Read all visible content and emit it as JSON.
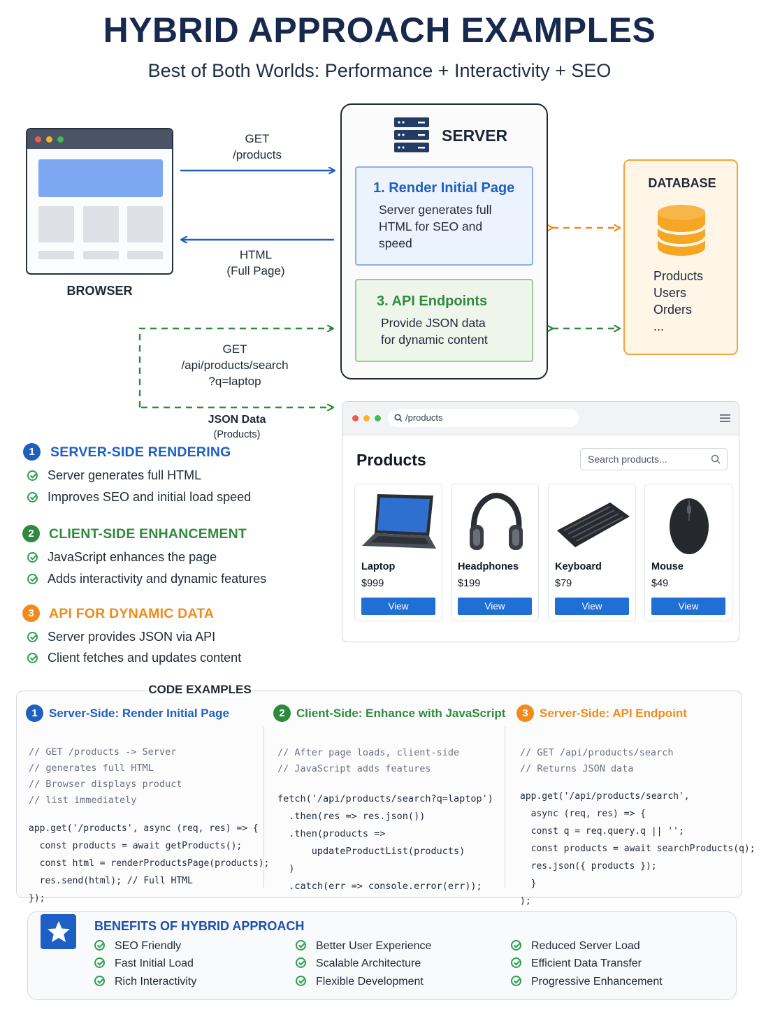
{
  "header": {
    "title": "HYBRID APPROACH EXAMPLES",
    "subtitle": "Best of Both Worlds: Performance + Interactivity + SEO"
  },
  "diagram": {
    "browser_label": "BROWSER",
    "arrow_get": [
      "GET",
      "/products"
    ],
    "arrow_html": [
      "HTML",
      "(Full Page)"
    ],
    "arrow_api": [
      "GET",
      "/api/products/search",
      "?q=laptop"
    ],
    "arrow_json": [
      "JSON Data",
      "(Products)"
    ],
    "server": {
      "title": "SERVER",
      "card1_title": "1. Render Initial Page",
      "card1_lines": [
        "Server generates full",
        "HTML for SEO and",
        "speed"
      ],
      "card3_title": "3. API Endpoints",
      "card3_lines": [
        "Provide JSON data",
        "for dynamic content"
      ]
    },
    "database": {
      "title": "DATABASE",
      "items": [
        "Products",
        "Users",
        "Orders",
        "..."
      ]
    },
    "colors": {
      "blue": "#1f5fc0",
      "green": "#2f8a3e",
      "orange": "#ef8b1a"
    }
  },
  "sections": [
    {
      "num": "1",
      "title": "SERVER-SIDE RENDERING",
      "items": [
        "Server generates full HTML",
        "Improves SEO and initial load speed"
      ]
    },
    {
      "num": "2",
      "title": "CLIENT-SIDE ENHANCEMENT",
      "items": [
        "JavaScript enhances the page",
        "Adds interactivity and dynamic features"
      ]
    },
    {
      "num": "3",
      "title": "API FOR DYNAMIC DATA",
      "items": [
        "Server provides JSON via API",
        "Client fetches and updates content"
      ]
    }
  ],
  "app": {
    "url": "/products",
    "heading": "Products",
    "search_placeholder": "Search products...",
    "view_label": "View",
    "products": [
      {
        "name": "Laptop",
        "price": "$999",
        "icon": "laptop-icon"
      },
      {
        "name": "Headphones",
        "price": "$199",
        "icon": "headphones-icon"
      },
      {
        "name": "Keyboard",
        "price": "$79",
        "icon": "keyboard-icon"
      },
      {
        "name": "Mouse",
        "price": "$49",
        "icon": "mouse-icon"
      }
    ]
  },
  "code": {
    "heading": "CODE EXAMPLES",
    "columns": [
      {
        "num": "1",
        "title": "Server-Side: Render Initial Page"
      },
      {
        "num": "2",
        "title": "Client-Side: Enhance with JavaScript"
      },
      {
        "num": "3",
        "title": "Server-Side: API Endpoint"
      }
    ],
    "col1": {
      "comments": [
        "// GET /products -> Server",
        "// generates full HTML",
        "// Browser displays product",
        "// list immediately"
      ],
      "lines": [
        "app.get('/products', async (req, res) => {",
        "  const products = await getProducts();",
        "  const html = renderProductsPage(products);",
        "  res.send(html); // Full HTML",
        "});"
      ]
    },
    "col2": {
      "comments": [
        "// After page loads, client-side",
        "// JavaScript adds features"
      ],
      "lines": [
        "fetch('/api/products/search?q=laptop')",
        "  .then(res => res.json())",
        "  .then(products =>",
        "      updateProductList(products)",
        "  )",
        "  .catch(err => console.error(err));"
      ]
    },
    "col3": {
      "comments": [
        "// GET /api/products/search",
        "// Returns JSON data"
      ],
      "lines": [
        "app.get('/api/products/search',",
        "  async (req, res) => {",
        "  const q = req.query.q || '';",
        "  const products = await searchProducts(q);",
        "  res.json({ products });",
        "  }",
        ");"
      ]
    }
  },
  "benefits": {
    "title": "BENEFITS OF HYBRID APPROACH",
    "columns": [
      [
        "SEO Friendly",
        "Fast Initial Load",
        "Rich Interactivity"
      ],
      [
        "Better User Experience",
        "Scalable Architecture",
        "Flexible Development"
      ],
      [
        "Reduced Server Load",
        "Efficient Data Transfer",
        "Progressive Enhancement"
      ]
    ]
  }
}
